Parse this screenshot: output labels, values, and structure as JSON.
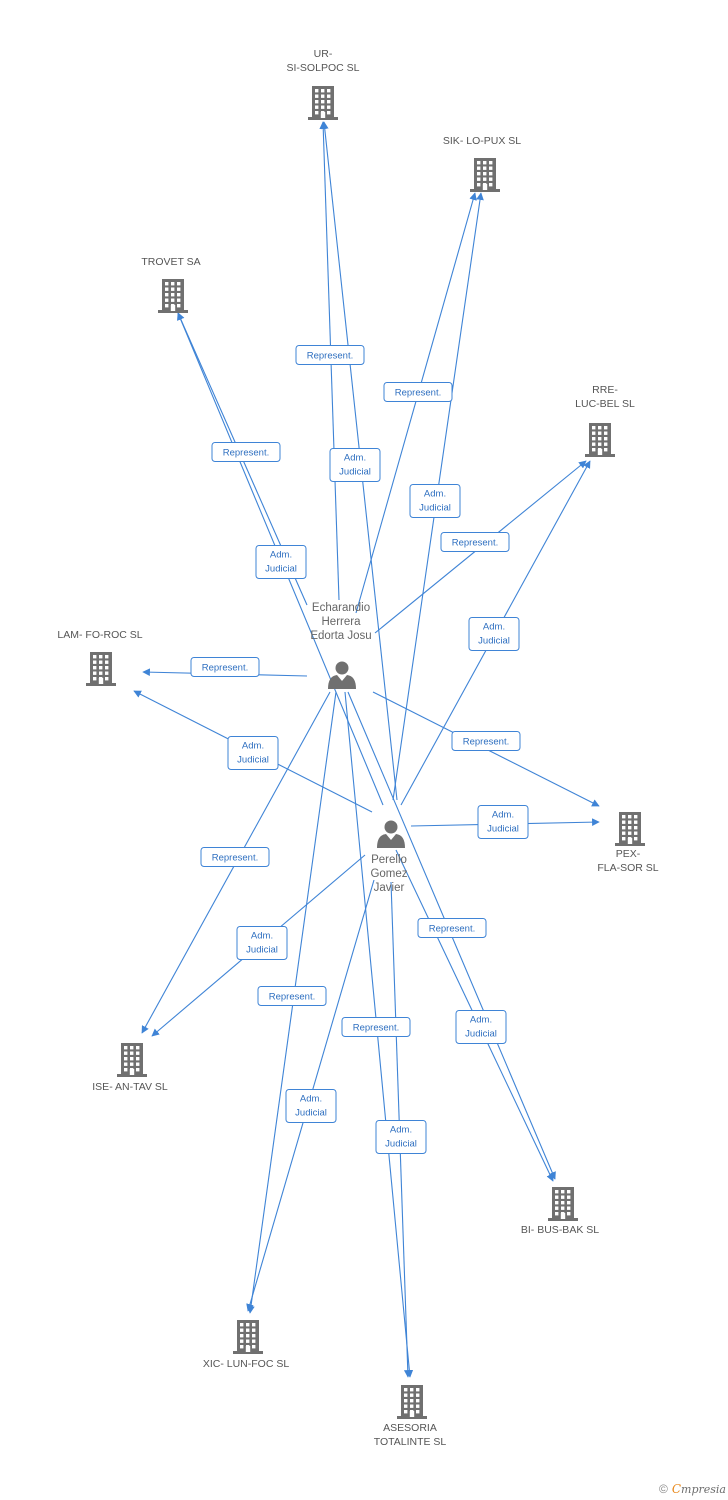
{
  "companies": [
    {
      "id": "c1",
      "lines": [
        "UR-",
        "SI-SOLPOC SL"
      ]
    },
    {
      "id": "c2",
      "lines": [
        "SIK- LO-PUX SL"
      ]
    },
    {
      "id": "c3",
      "lines": [
        "TROVET SA"
      ]
    },
    {
      "id": "c4",
      "lines": [
        "RRE-",
        "LUC-BEL SL"
      ]
    },
    {
      "id": "c5",
      "lines": [
        "LAM- FO-ROC SL"
      ]
    },
    {
      "id": "c6",
      "lines": [
        "PEX-",
        "FLA-SOR SL"
      ]
    },
    {
      "id": "c7",
      "lines": [
        "ISE- AN-TAV SL"
      ]
    },
    {
      "id": "c8",
      "lines": [
        "BI- BUS-BAK SL"
      ]
    },
    {
      "id": "c9",
      "lines": [
        "XIC- LUN-FOC SL"
      ]
    },
    {
      "id": "c10",
      "lines": [
        "ASESORIA",
        "TOTALINTE SL"
      ]
    }
  ],
  "persons": [
    {
      "id": "p1",
      "lines": [
        "Echarandio",
        "Herrera",
        "Edorta Josu"
      ]
    },
    {
      "id": "p2",
      "lines": [
        "Perello",
        "Gomez",
        "Javier"
      ]
    }
  ],
  "edges": [
    {
      "from": "p1",
      "to": "c1",
      "label": [
        "Represent."
      ]
    },
    {
      "from": "p2",
      "to": "c1",
      "label": [
        "Adm.",
        "Judicial"
      ]
    },
    {
      "from": "p1",
      "to": "c2",
      "label": [
        "Represent."
      ]
    },
    {
      "from": "p2",
      "to": "c2",
      "label": [
        "Adm.",
        "Judicial"
      ]
    },
    {
      "from": "p1",
      "to": "c3",
      "label": [
        "Represent."
      ]
    },
    {
      "from": "p2",
      "to": "c3",
      "label": [
        "Adm.",
        "Judicial"
      ]
    },
    {
      "from": "p1",
      "to": "c4",
      "label": [
        "Represent."
      ]
    },
    {
      "from": "p2",
      "to": "c4",
      "label": [
        "Adm.",
        "Judicial"
      ]
    },
    {
      "from": "p1",
      "to": "c5",
      "label": [
        "Represent."
      ]
    },
    {
      "from": "p2",
      "to": "c5",
      "label": [
        "Adm.",
        "Judicial"
      ]
    },
    {
      "from": "p1",
      "to": "c6",
      "label": [
        "Represent."
      ]
    },
    {
      "from": "p2",
      "to": "c6",
      "label": [
        "Adm.",
        "Judicial"
      ]
    },
    {
      "from": "p1",
      "to": "c7",
      "label": [
        "Represent."
      ]
    },
    {
      "from": "p2",
      "to": "c7",
      "label": [
        "Adm.",
        "Judicial"
      ]
    },
    {
      "from": "p1",
      "to": "c8",
      "label": [
        "Represent."
      ]
    },
    {
      "from": "p2",
      "to": "c8",
      "label": [
        "Adm.",
        "Judicial"
      ]
    },
    {
      "from": "p1",
      "to": "c9",
      "label": [
        "Represent."
      ]
    },
    {
      "from": "p2",
      "to": "c9",
      "label": [
        "Adm.",
        "Judicial"
      ]
    },
    {
      "from": "p2",
      "to": "c10",
      "label": [
        "Represent."
      ]
    },
    {
      "from": "p1",
      "to": "c10",
      "label": [
        "Adm.",
        "Judicial"
      ]
    }
  ],
  "footer": {
    "copyright": "©",
    "brand_initial": "C",
    "brand_rest": "mpresia"
  },
  "colors": {
    "edge": "#3f84d6",
    "icon": "#707070",
    "label_text": "#555555"
  }
}
